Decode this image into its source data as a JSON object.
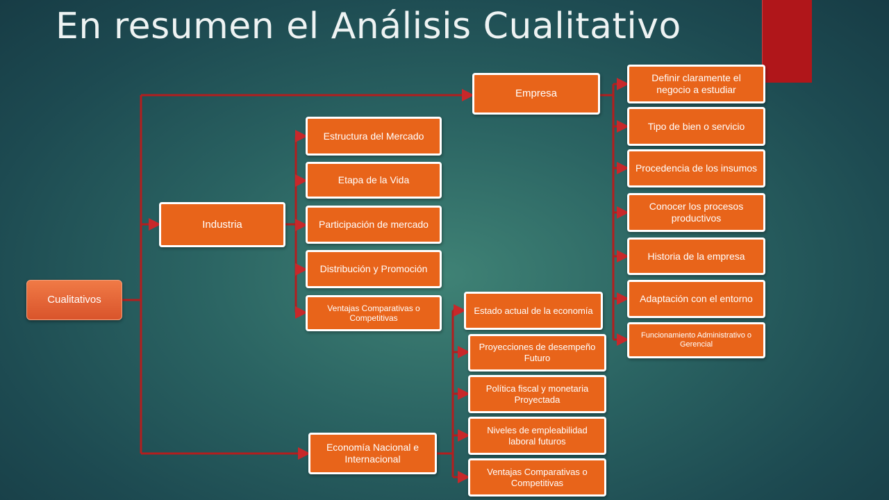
{
  "slide": {
    "title": "En resumen el Análisis Cualitativo",
    "colors": {
      "node_fill": "#e8641a",
      "connector": "#b31e1e",
      "accent_bar": "#b0161a"
    }
  },
  "diagram": {
    "root": "Cualitativos",
    "branches": {
      "industria": {
        "label": "Industria",
        "children": [
          "Estructura del Mercado",
          "Etapa de la Vida",
          "Participación de mercado",
          "Distribución y Promoción",
          "Ventajas Comparativas o Competitivas"
        ]
      },
      "empresa": {
        "label": "Empresa",
        "children": [
          "Definir claramente el negocio a estudiar",
          "Tipo de bien o servicio",
          "Procedencia de los insumos",
          "Conocer los procesos productivos",
          "Historia de la empresa",
          "Adaptación con el entorno",
          "Funcionamiento Administrativo o Gerencial"
        ]
      },
      "economia": {
        "label": "Economía Nacional e Internacional",
        "children": [
          "Estado actual de la economía",
          "Proyecciones de desempeño Futuro",
          "Política fiscal y monetaria Proyectada",
          "Niveles de empleabilidad laboral futuros",
          "Ventajas Comparativas o Competitivas"
        ]
      }
    }
  }
}
